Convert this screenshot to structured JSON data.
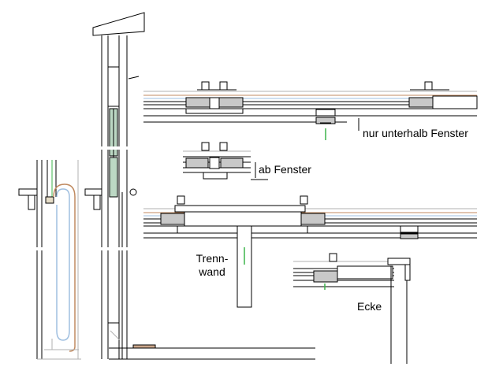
{
  "labels": {
    "below_window": "nur unterhalb Fenster",
    "from_window": "ab Fenster",
    "partition_line1": "Trenn-",
    "partition_line2": "wand",
    "corner": "Ecke"
  },
  "colors": {
    "line": "#000000",
    "pipe_blue": "#9fbfe0",
    "pipe_brown": "#c08a60",
    "panel_cream": "#e6ddc8",
    "accent_green": "#3cb44b",
    "tint_green": "#bcd8c4",
    "gray_line": "#b0b0b0"
  }
}
